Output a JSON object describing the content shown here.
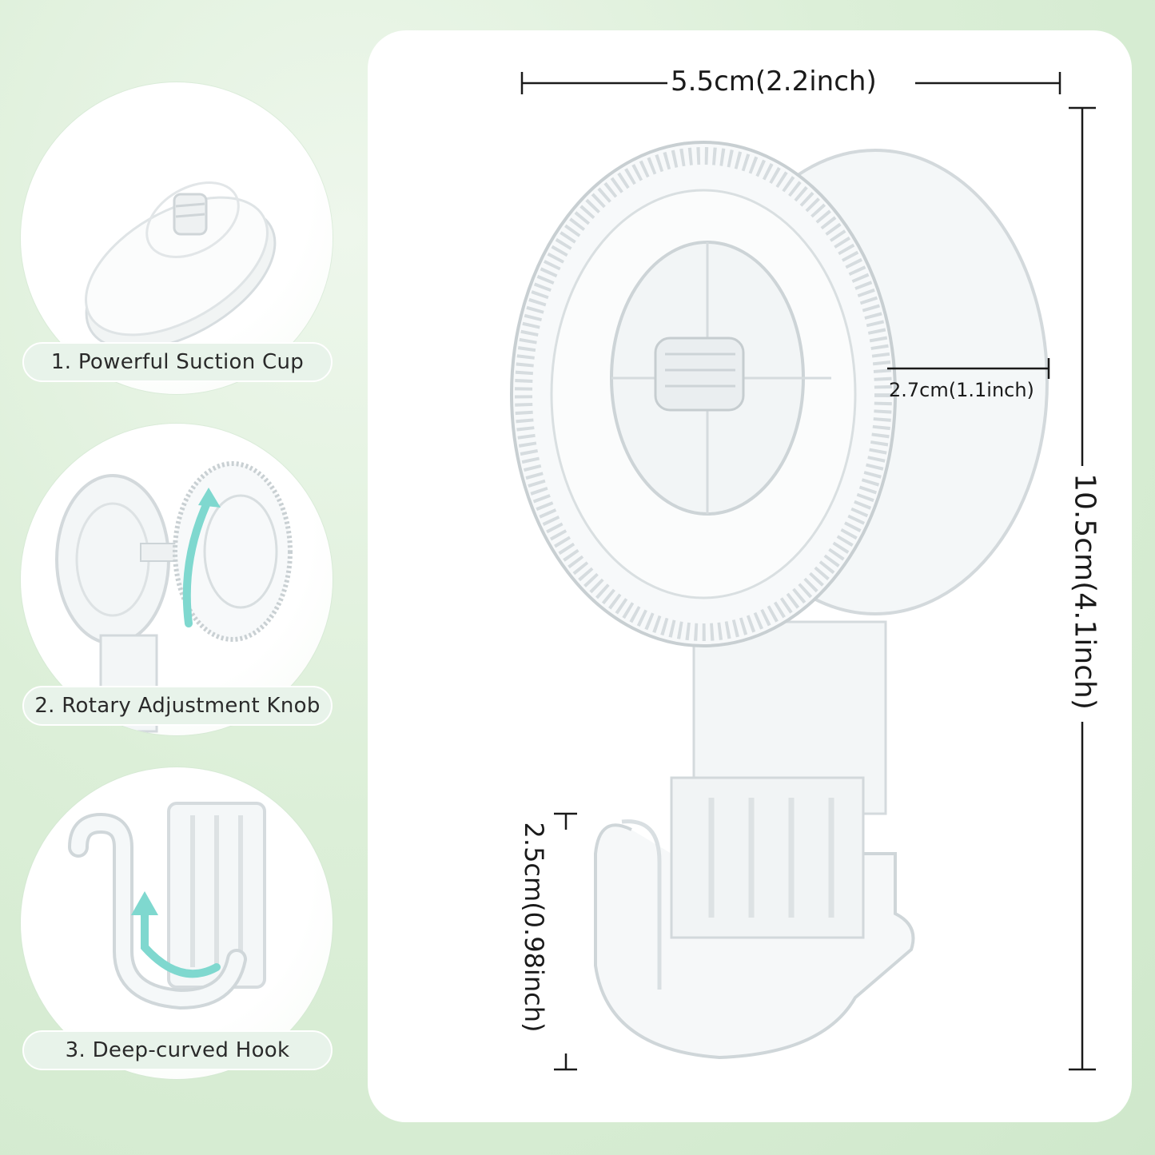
{
  "features": [
    {
      "label": "1. Powerful Suction Cup",
      "icon": "suction-cup-icon"
    },
    {
      "label": "2. Rotary Adjustment Knob",
      "icon": "rotary-knob-icon"
    },
    {
      "label": "3. Deep-curved Hook",
      "icon": "curved-hook-icon"
    }
  ],
  "dimensions": {
    "width": "5.5cm(2.2inch)",
    "knob_diameter": "2.7cm(1.1inch)",
    "height": "10.5cm(4.1inch)",
    "hook_depth": "2.5cm(0.98inch)"
  },
  "colors": {
    "background": "#d8edd4",
    "accent_arrow": "#7fd8cf",
    "pill_bg": "#e8f3ea"
  }
}
